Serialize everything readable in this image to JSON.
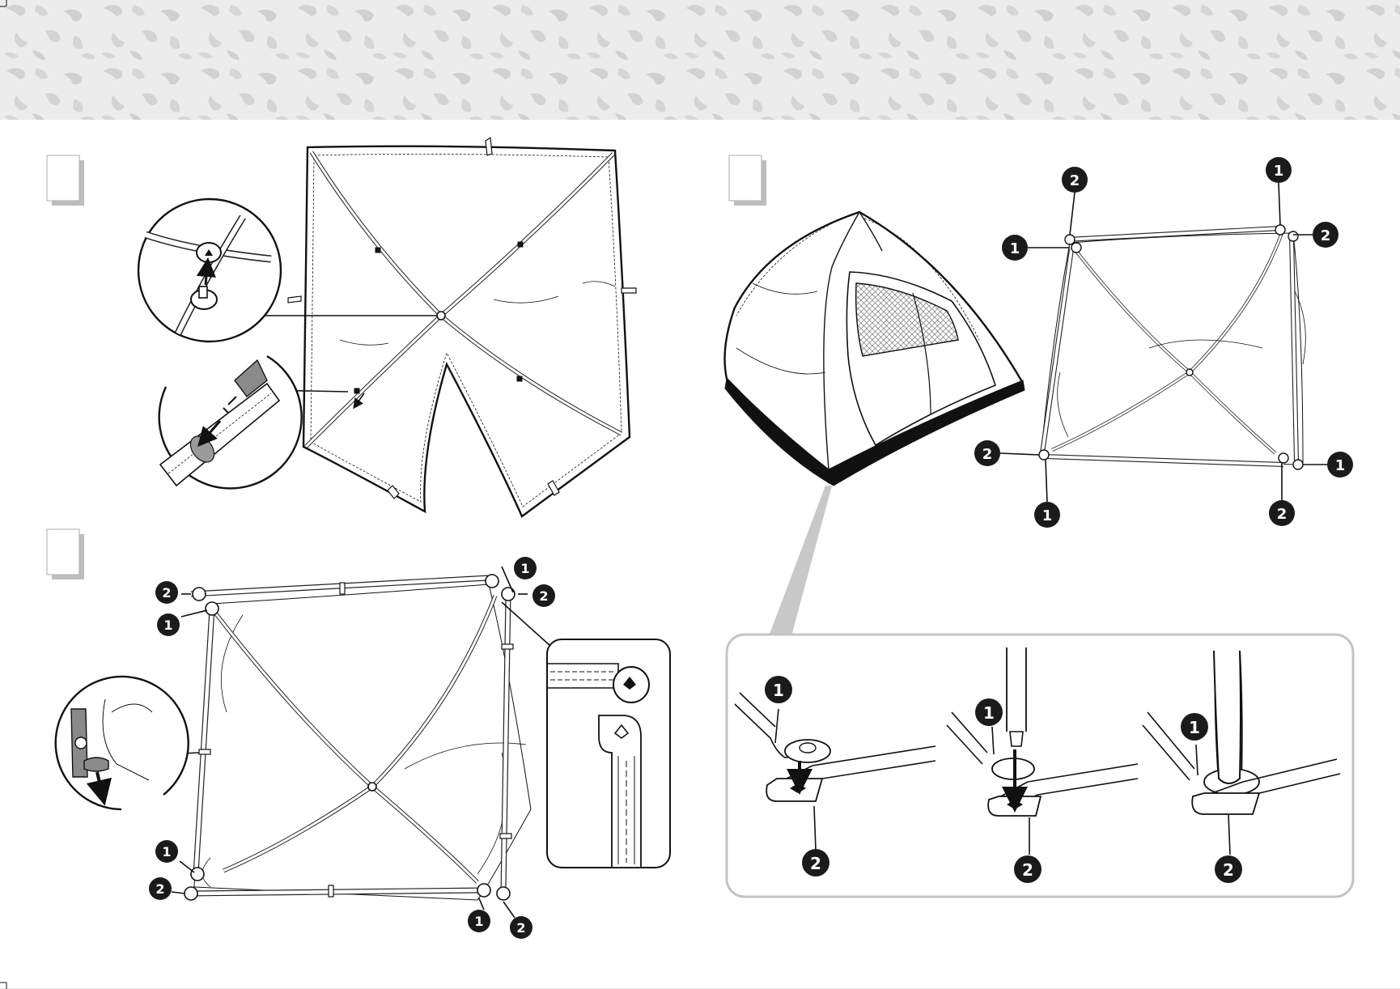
{
  "banner": {
    "pattern": "leopard-spots",
    "background": "#eaeaea",
    "spot_color": "#d4d4d4"
  },
  "steps": [
    {
      "id": "step-1",
      "number": ""
    },
    {
      "id": "step-2",
      "number": ""
    },
    {
      "id": "step-3",
      "number": ""
    }
  ],
  "callouts": {
    "one": "1",
    "two": "2"
  },
  "colors": {
    "ink": "#111111",
    "paper": "#ffffff",
    "panel_border": "#c4c4c4",
    "badge": "#1b1b1b"
  }
}
